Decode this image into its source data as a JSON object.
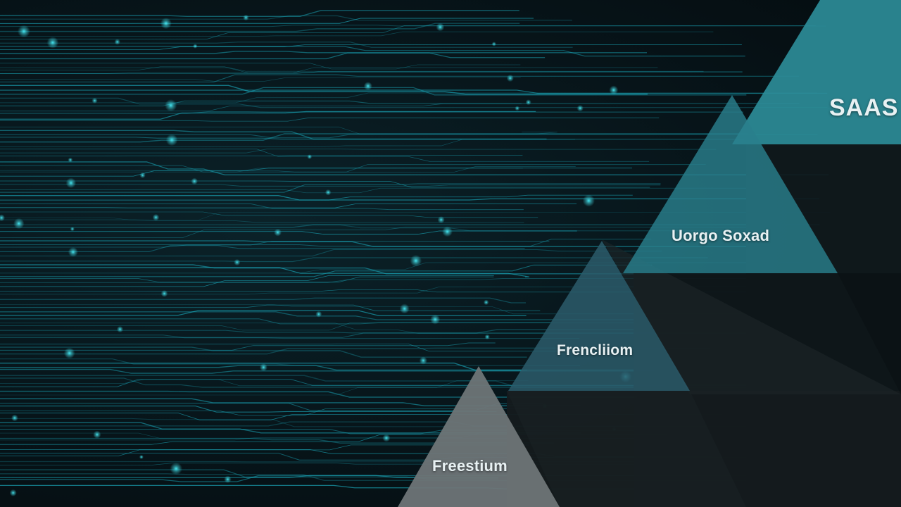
{
  "tiers": [
    {
      "id": "saas",
      "label": "SAAS",
      "color": "#2c8c98"
    },
    {
      "id": "usage",
      "label": "Uorgo Soxad",
      "color": "#2a7f8c"
    },
    {
      "id": "freemium",
      "label": "Frencliiom",
      "color": "#2b5c6b"
    },
    {
      "id": "freestium",
      "label": "Freestium",
      "color": "#6e7577"
    }
  ],
  "background": {
    "line_color": "#1aa6b8",
    "glow_color": "#45e6f0"
  }
}
